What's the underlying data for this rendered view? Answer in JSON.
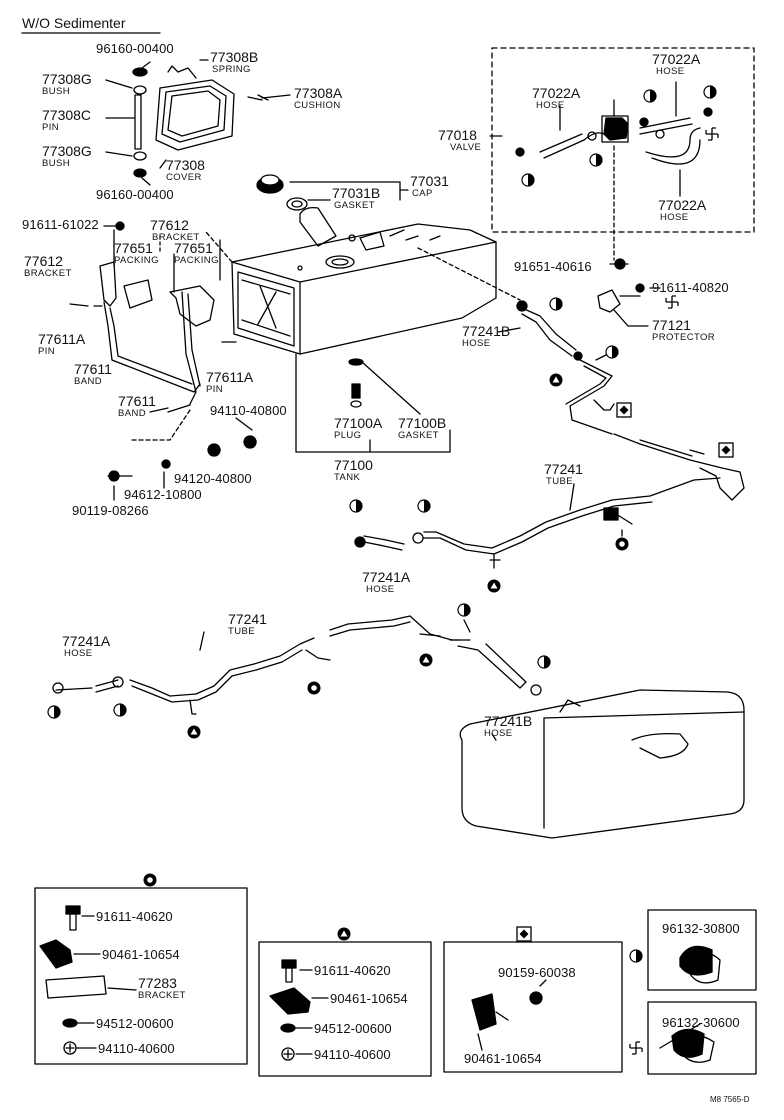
{
  "title": "W/O Sedimenter",
  "labels": {
    "p96160_top": "96160-00400",
    "p77308B": "77308B",
    "p77308B_n": "SPRING",
    "p77308G_top": "77308G",
    "p77308G_top_n": "BUSH",
    "p77308A": "77308A",
    "p77308A_n": "CUSHION",
    "p77308C": "77308C",
    "p77308C_n": "PIN",
    "p77308G_bot": "77308G",
    "p77308G_bot_n": "BUSH",
    "p77308": "77308",
    "p77308_n": "COVER",
    "p96160_bot": "96160-00400",
    "p77031": "77031",
    "p77031_n": "CAP",
    "p77031B": "77031B",
    "p77031B_n": "GASKET",
    "p77022A_l": "77022A",
    "p77022A_l_n": "HOSE",
    "p77022A_r": "77022A",
    "p77022A_r_n": "HOSE",
    "p77018": "77018",
    "p77018_n": "VALVE",
    "p77022A_b": "77022A",
    "p77022A_b_n": "HOSE",
    "p91611_61022": "91611-61022",
    "p77612_r": "77612",
    "p77612_r_n": "BRACKET",
    "p77651_l": "77651",
    "p77651_l_n": "PACKING",
    "p77651_r": "77651",
    "p77651_r_n": "PACKING",
    "p77612_l": "77612",
    "p77612_l_n": "BRACKET",
    "p91651_40616": "91651-40616",
    "p91611_40820": "91611-40820",
    "p77121": "77121",
    "p77121_n": "PROTECTOR",
    "p77611A_l": "77611A",
    "p77611A_l_n": "PIN",
    "p77241B_t": "77241B",
    "p77241B_t_n": "HOSE",
    "p77611_l": "77611",
    "p77611_l_n": "BAND",
    "p77611A_r": "77611A",
    "p77611A_r_n": "PIN",
    "p77611_b": "77611",
    "p77611_b_n": "BAND",
    "p94110_40800": "94110-40800",
    "p77100A": "77100A",
    "p77100A_n": "PLUG",
    "p77100B": "77100B",
    "p77100B_n": "GASKET",
    "p77100": "77100",
    "p77100_n": "TANK",
    "p94120_40800": "94120-40800",
    "p94612_10800": "94612-10800",
    "p90119_08266": "90119-08266",
    "p77241_r": "77241",
    "p77241_r_n": "TUBE",
    "p77241A_r": "77241A",
    "p77241A_r_n": "HOSE",
    "p77241_l": "77241",
    "p77241_l_n": "TUBE",
    "p77241A_l": "77241A",
    "p77241A_l_n": "HOSE",
    "p77241B_b": "77241B",
    "p77241B_b_n": "HOSE"
  },
  "boxes": {
    "b1_91611": "91611-40620",
    "b1_90461": "90461-10654",
    "b1_77283": "77283",
    "b1_77283_n": "BRACKET",
    "b1_94512": "94512-00600",
    "b1_94110": "94110-40600",
    "b2_91611": "91611-40620",
    "b2_90461": "90461-10654",
    "b2_94512": "94512-00600",
    "b2_94110": "94110-40600",
    "b3_90159": "90159-60038",
    "b3_90461": "90461-10654",
    "b4_96132": "96132-30800",
    "b5_96132": "96132-30600"
  },
  "ref_code": "M8 7565-D"
}
